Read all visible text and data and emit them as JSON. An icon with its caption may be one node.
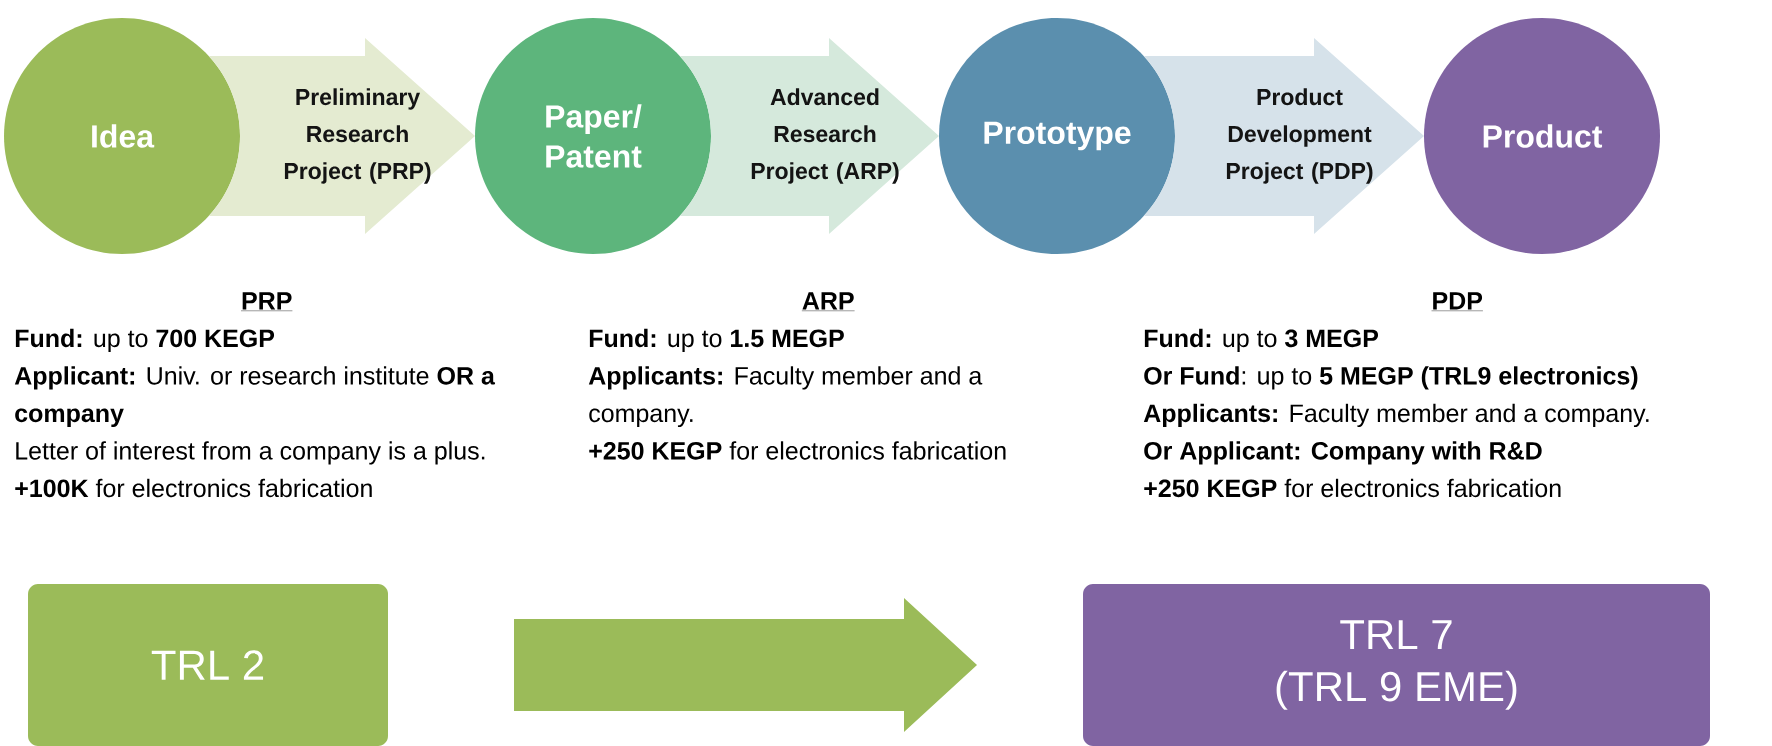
{
  "diagram": {
    "nodes": [
      {
        "text": [
          "Idea"
        ]
      },
      {
        "text": [
          "Paper/ Patent"
        ]
      },
      {
        "text": [
          "Prototype"
        ]
      },
      {
        "text": [
          "Product"
        ]
      },
      {
        "text": [
          "TRL 2"
        ]
      },
      {
        "text": [
          "TRL 7",
          "(TRL 9 EME)"
        ]
      }
    ],
    "edges": [
      {
        "from": 0,
        "to": 1,
        "arrow": "to",
        "label": "Preliminary Research Project (PRP)",
        "color": "#e4ebd1"
      },
      {
        "from": 1,
        "to": 2,
        "arrow": "to",
        "label": "Advanced Research Project (ARP)",
        "color": "#d5e9dc"
      },
      {
        "from": 2,
        "to": 3,
        "arrow": "to",
        "label": "Product Development Project (PDP)",
        "color": "#d6e2ea"
      },
      {
        "from": 4,
        "to": 5,
        "arrow": "to",
        "color": "#9bbb59"
      }
    ],
    "labels": [
      "PRP",
      "**Fund:** up to **700 KEGP**",
      "**Applicant:** Univ. or research institute **OR a company**",
      "Letter of interest from a company is a plus.",
      "**+100K** for electronics fabrication",
      "ARP",
      "**Fund:** up to **1.5 MEGP**",
      "**Applicants:** Faculty member and a company.",
      "**+250 KEGP** for electronics fabrication",
      "PDP",
      "**Fund:** up to **3 MEGP**",
      "**Or Fund**: up to **5 MEGP (TRL9 electronics)**",
      "**Applicants:** Faculty member and a company.",
      "**Or Applicant: Company with R&D**",
      "**+250 KEGP** for electronics fabrication"
    ]
  }
}
